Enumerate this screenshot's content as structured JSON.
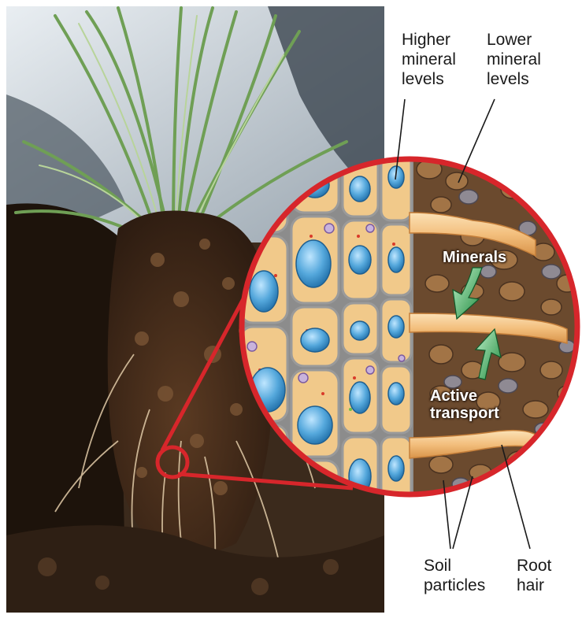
{
  "labels": {
    "higher_mineral_levels": [
      "Higher",
      "mineral",
      "levels"
    ],
    "lower_mineral_levels": [
      "Lower",
      "mineral",
      "levels"
    ],
    "minerals": "Minerals",
    "active_transport": [
      "Active",
      "transport"
    ],
    "soil_particles": [
      "Soil",
      "particles"
    ],
    "root_hair": [
      "Root",
      "hair"
    ]
  },
  "colors": {
    "highlight_ring": "#d7262b",
    "arrow_green": "#2e9a4a",
    "soil": "#6b4a2e",
    "root_hair": "#f2c58a",
    "cell_wall": "#8c8c8c",
    "vacuole": "#4a9bd0"
  }
}
